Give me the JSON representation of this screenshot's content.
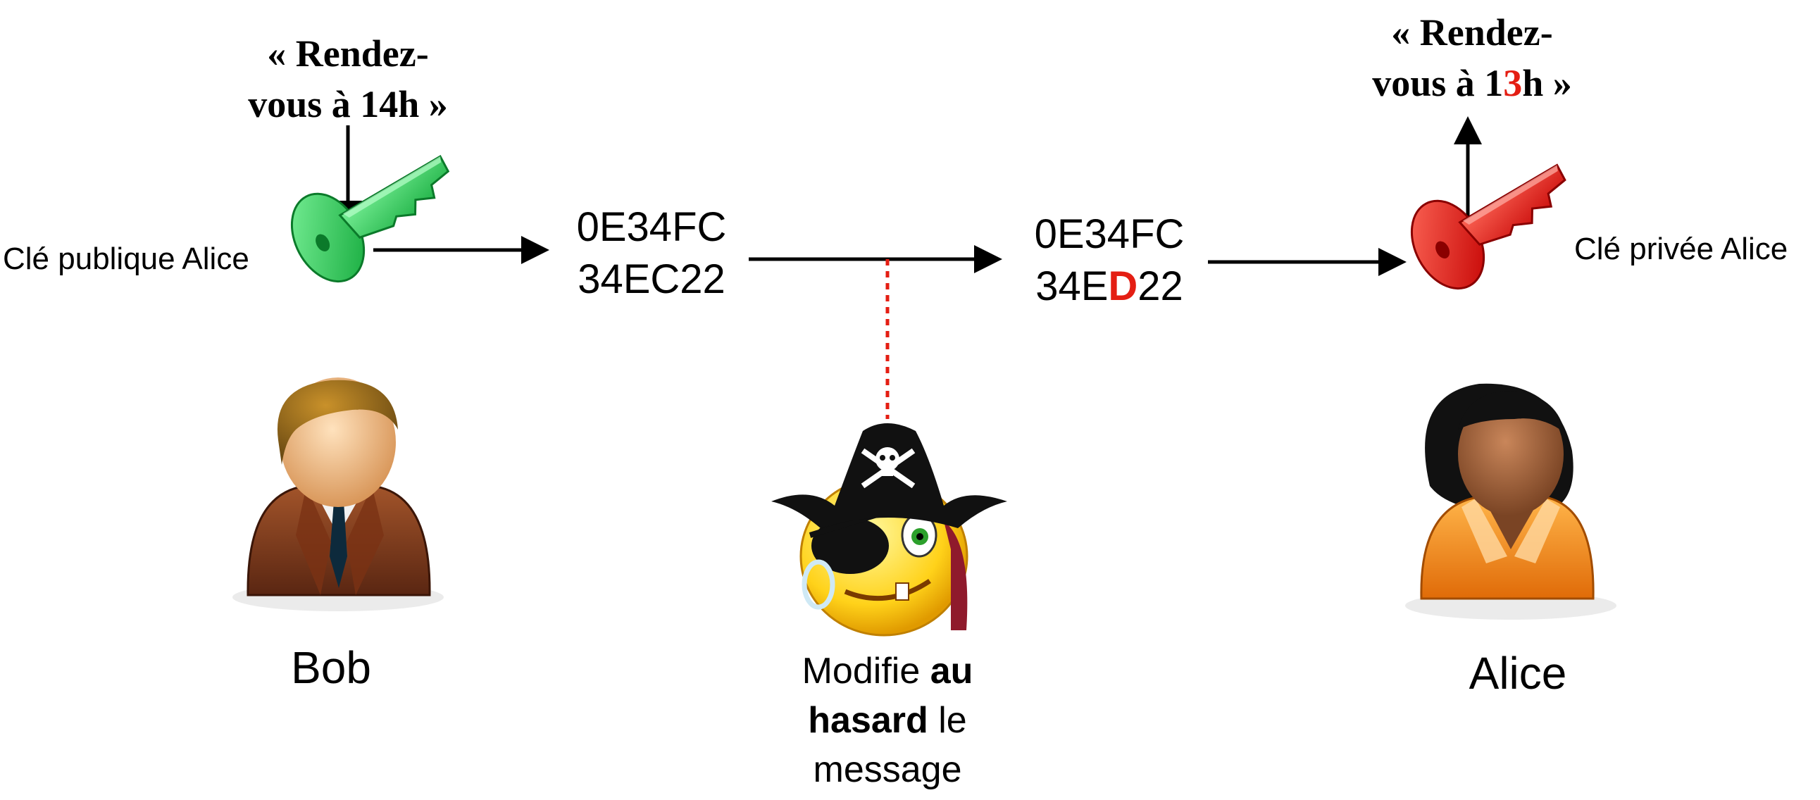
{
  "sender": {
    "plaintext_line1": "« Rendez-",
    "plaintext_line2": "vous à 14h »",
    "key_label": "Clé publique Alice",
    "name": "Bob"
  },
  "ciphertext_sent": {
    "line1": "0E34FC",
    "line2": "34EC22"
  },
  "ciphertext_received": {
    "line1": "0E34FC",
    "line2_prefix": "34E",
    "line2_changed": "D",
    "line2_suffix": "22"
  },
  "attacker": {
    "caption_part1": "Modifie ",
    "caption_bold1": "au",
    "caption_bold2": "hasard",
    "caption_part2": " le",
    "caption_part3": "message"
  },
  "receiver": {
    "plaintext_line1": "« Rendez-",
    "plaintext_line2_prefix": "vous à 1",
    "plaintext_line2_changed": "3",
    "plaintext_line2_suffix": "h »",
    "key_label": "Clé privée Alice",
    "name": "Alice"
  },
  "colors": {
    "public_key": "#2ecc55",
    "private_key": "#e81010",
    "tamper_line": "#e41e13",
    "changed_text": "#e41e13"
  }
}
